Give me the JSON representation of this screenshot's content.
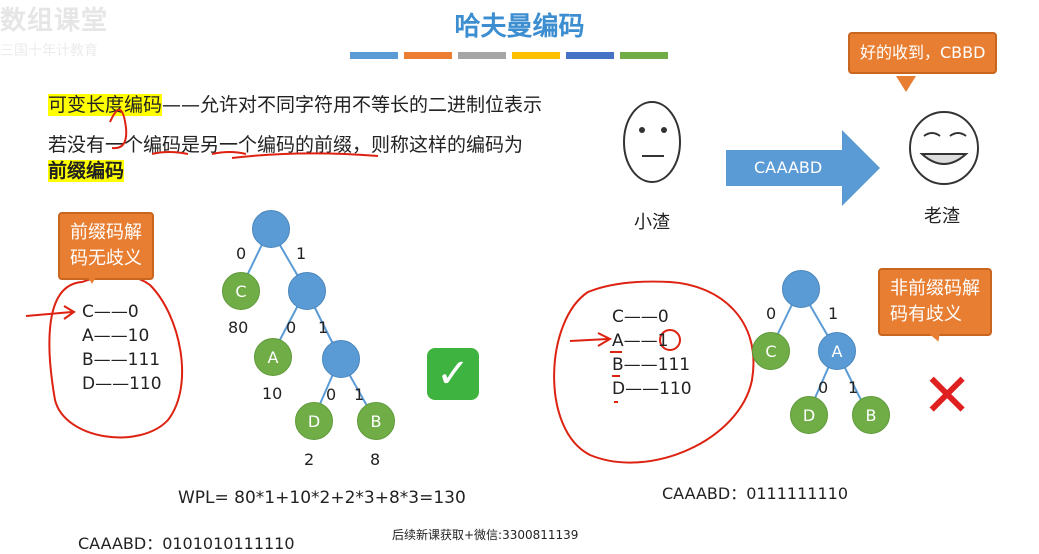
{
  "watermark": {
    "main": "数组课堂",
    "sub": "三国十年计教育"
  },
  "title": "哈夫曼编码",
  "colorbar": [
    "#5b9bd5",
    "#ed7d31",
    "#a5a5a5",
    "#ffc000",
    "#4472c4",
    "#70ad47"
  ],
  "intro": {
    "var_len_label": "可变长度编码",
    "var_len_desc": "——允许对不同字符用不等长的二进制位表示",
    "prefix_sentence": "若没有一个编码是另一个编码的前缀，则称这样的编码为",
    "prefix_term": "前缀编码"
  },
  "left_callout": {
    "line1": "前缀码解",
    "line2": "码无歧义"
  },
  "left_codes": [
    "C——0",
    "A——10",
    "B——111",
    "D——110"
  ],
  "left_tree": {
    "edge_labels": {
      "root_left": "0",
      "root_right": "1",
      "n1_left": "0",
      "n1_right": "1",
      "n2_left": "0",
      "n2_right": "1"
    },
    "leaves": {
      "C": "C",
      "A": "A",
      "D": "D",
      "B": "B"
    },
    "weights": {
      "C": "80",
      "A": "10",
      "D": "2",
      "B": "8"
    }
  },
  "wpl": "WPL= 80*1+10*2+2*3+8*3=130",
  "left_encoding": "CAAABD：0101010111110",
  "footer": "后续新课获取+微信:3300811139",
  "scene": {
    "speech": "好的收到，CBBD",
    "arrow_text": "CAAABD",
    "sender": "小渣",
    "receiver": "老渣"
  },
  "right_callout": {
    "line1": "非前缀码解",
    "line2": "码有歧义"
  },
  "right_codes": [
    "C——0",
    "A——1",
    "B——111",
    "D——110"
  ],
  "right_tree": {
    "edge_labels": {
      "root_left": "0",
      "root_right": "1",
      "a_left": "0",
      "a_right": "1"
    },
    "nodes": {
      "C": "C",
      "A": "A",
      "D": "D",
      "B": "B"
    }
  },
  "right_encoding": "CAAABD：0111111110",
  "marks": {
    "check": "✓",
    "cross": "✕"
  }
}
